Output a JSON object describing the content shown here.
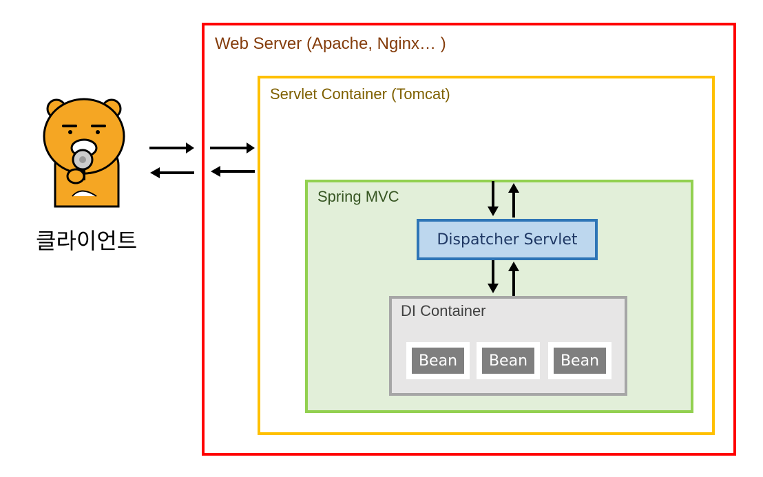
{
  "web_server": {
    "label": "Web Server (Apache, Nginx… )"
  },
  "servlet_container": {
    "label": "Servlet Container (Tomcat)"
  },
  "spring_mvc": {
    "label": "Spring MVC"
  },
  "dispatcher_servlet": {
    "label": "Dispatcher Servlet"
  },
  "di_container": {
    "label": "DI Container",
    "beans": [
      "Bean",
      "Bean",
      "Bean"
    ]
  },
  "client": {
    "label": "클라이언트",
    "icon": "ryan-character-with-microphone"
  },
  "colors": {
    "web_server_border": "#ff0000",
    "servlet_container_border": "#ffc000",
    "spring_mvc_border": "#92d050",
    "spring_mvc_fill": "#e2efd9",
    "dispatcher_border": "#2e75b6",
    "dispatcher_fill": "#bdd7ee",
    "di_border": "#a6a6a6",
    "di_fill": "#e7e6e6",
    "bean_fill": "#7f7f7f"
  }
}
